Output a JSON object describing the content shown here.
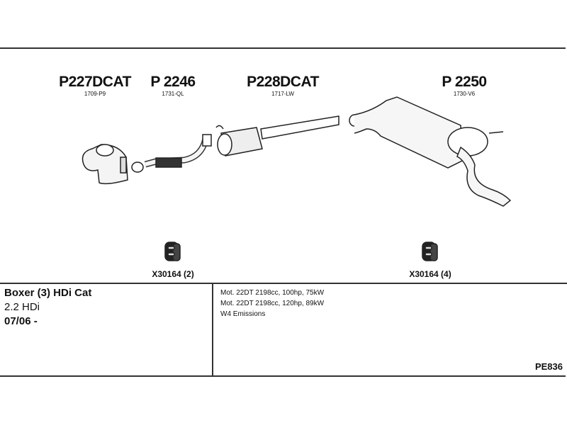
{
  "parts": [
    {
      "code": "P227DCAT",
      "ref": "1709-P9"
    },
    {
      "code": "P 2246",
      "ref": "1731-QL"
    },
    {
      "code": "P228DCAT",
      "ref": "1717-LW"
    },
    {
      "code": "P 2250",
      "ref": "1730-V6"
    }
  ],
  "mountings": [
    {
      "label": "X30164 (2)"
    },
    {
      "label": "X30164 (4)"
    }
  ],
  "vehicle": {
    "model": "Boxer (3) HDi Cat",
    "engine": "2.2 HDi",
    "date": "07/06 -"
  },
  "engines": [
    "Mot. 22DT 2198cc, 100hp, 75kW",
    "Mot. 22DT 2198cc, 120hp, 89kW",
    "W4 Emissions"
  ],
  "diagram_ref": "PE836"
}
